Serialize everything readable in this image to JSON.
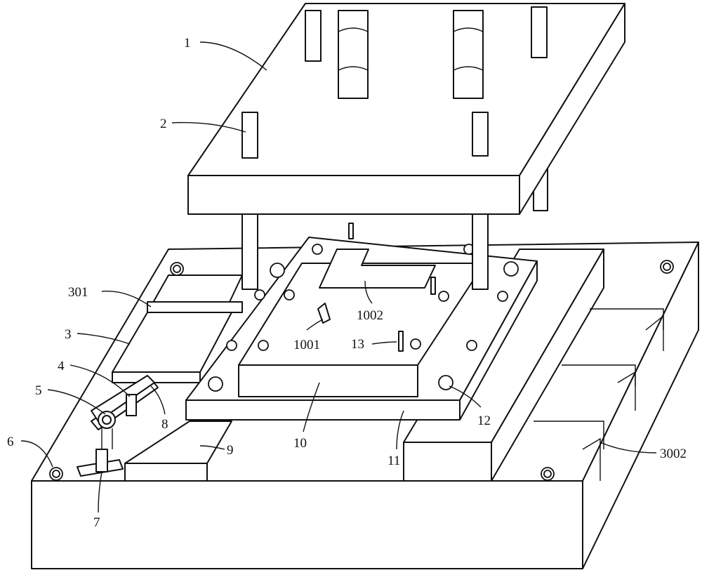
{
  "figure": {
    "labels": {
      "l1": "1",
      "l2": "2",
      "l301": "301",
      "l3": "3",
      "l4": "4",
      "l5": "5",
      "l6": "6",
      "l7": "7",
      "l8": "8",
      "l9": "9",
      "l10": "10",
      "l11": "11",
      "l12": "12",
      "l13": "13",
      "l1001": "1001",
      "l1002": "1002",
      "l3002": "3002"
    }
  }
}
